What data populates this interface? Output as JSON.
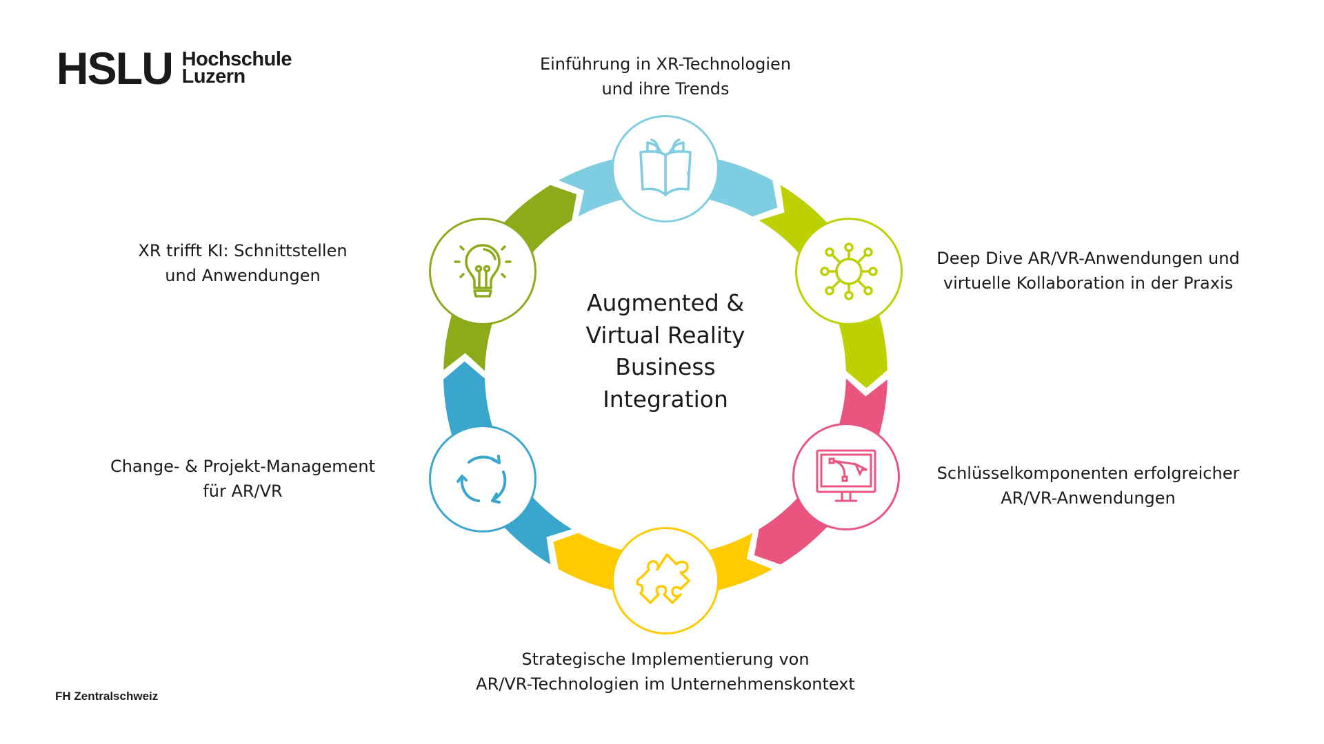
{
  "logo": {
    "mark": "HSLU",
    "line1": "Hochschule",
    "line2": "Luzern"
  },
  "footer": "FH Zentralschweiz",
  "center_title": [
    "Augmented &",
    "Virtual Reality",
    "Business",
    "Integration"
  ],
  "steps": [
    {
      "lines": [
        "Einführung in XR-Technologien",
        "und ihre Trends"
      ],
      "icon": "open-book-icon",
      "color": "#7FCDE0"
    },
    {
      "lines": [
        "Deep Dive AR/VR-Anwendungen und",
        "virtuelle Kollaboration in der Praxis"
      ],
      "icon": "network-hub-icon",
      "color": "#BDD000"
    },
    {
      "lines": [
        "Schlüsselkomponenten erfolgreicher",
        "AR/VR-Anwendungen"
      ],
      "icon": "monitor-design-icon",
      "color": "#EA5580"
    },
    {
      "lines": [
        "Strategische Implementierung von",
        "AR/VR-Technologien im Unternehmenskontext"
      ],
      "icon": "puzzle-piece-icon",
      "color": "#FFCB00"
    },
    {
      "lines": [
        "Change- & Projekt-Management",
        "für AR/VR"
      ],
      "icon": "refresh-cycle-icon",
      "color": "#3AA6CE"
    },
    {
      "lines": [
        "XR trifft KI: Schnittstellen",
        "und Anwendungen"
      ],
      "icon": "lightbulb-icon",
      "color": "#8DAA1B"
    }
  ]
}
